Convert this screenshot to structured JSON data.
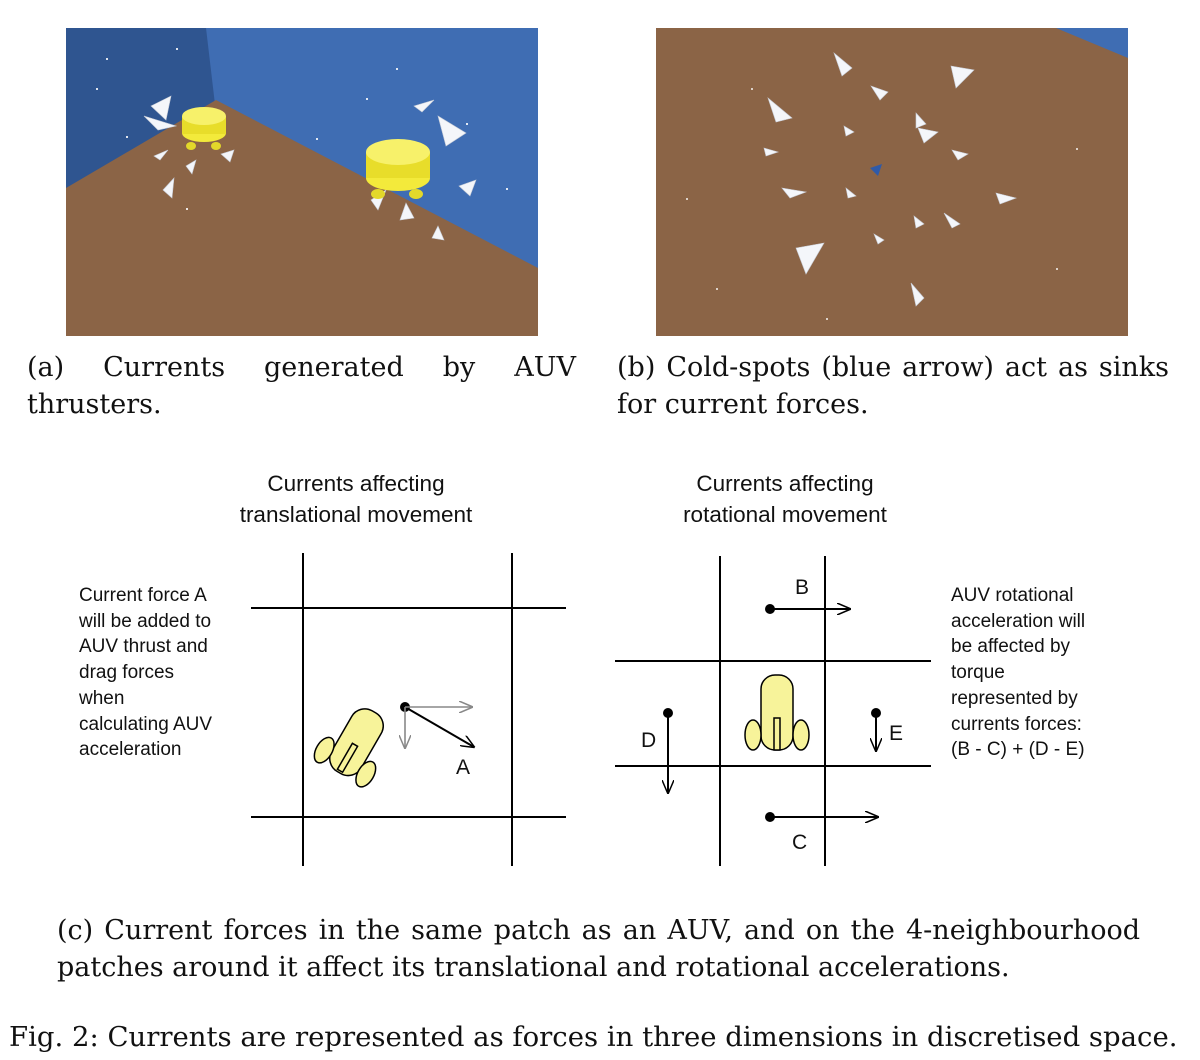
{
  "figure_a": {
    "caption_words": [
      "(a)",
      "Currents",
      "generated",
      "by",
      "AUV"
    ],
    "caption_rest": "thrusters."
  },
  "figure_b": {
    "caption": "(b) Cold-spots (blue arrow) act as sinks for current forces."
  },
  "figure_c": {
    "left_title_line1": "Currents affecting",
    "left_title_line2": "translational movement",
    "right_title_line1": "Currents affecting",
    "right_title_line2": "rotational movement",
    "left_note": [
      "Current force A",
      "will be added to",
      "AUV thrust and",
      "drag forces",
      "when",
      "calculating AUV",
      "acceleration"
    ],
    "right_note": [
      "AUV rotational",
      "acceleration will",
      "be affected by",
      "torque",
      "represented by",
      "currents forces:",
      "(B - C) + (D - E)"
    ],
    "labels": {
      "a": "A",
      "b": "B",
      "c": "C",
      "d": "D",
      "e": "E"
    },
    "caption": "(c) Current forces in the same patch as an AUV, and on the 4-neighbourhood patches around it affect its translational and rotational accelerations."
  },
  "figure": {
    "caption": "Fig. 2: Currents are represented as forces in three dimensions in discretised space."
  },
  "colors": {
    "water": "#3f6db3",
    "water_dark": "#2f5590",
    "seabed": "#8b6446",
    "auv_yellow": "#f2ec4c",
    "auv_pale": "#f7f39a"
  }
}
